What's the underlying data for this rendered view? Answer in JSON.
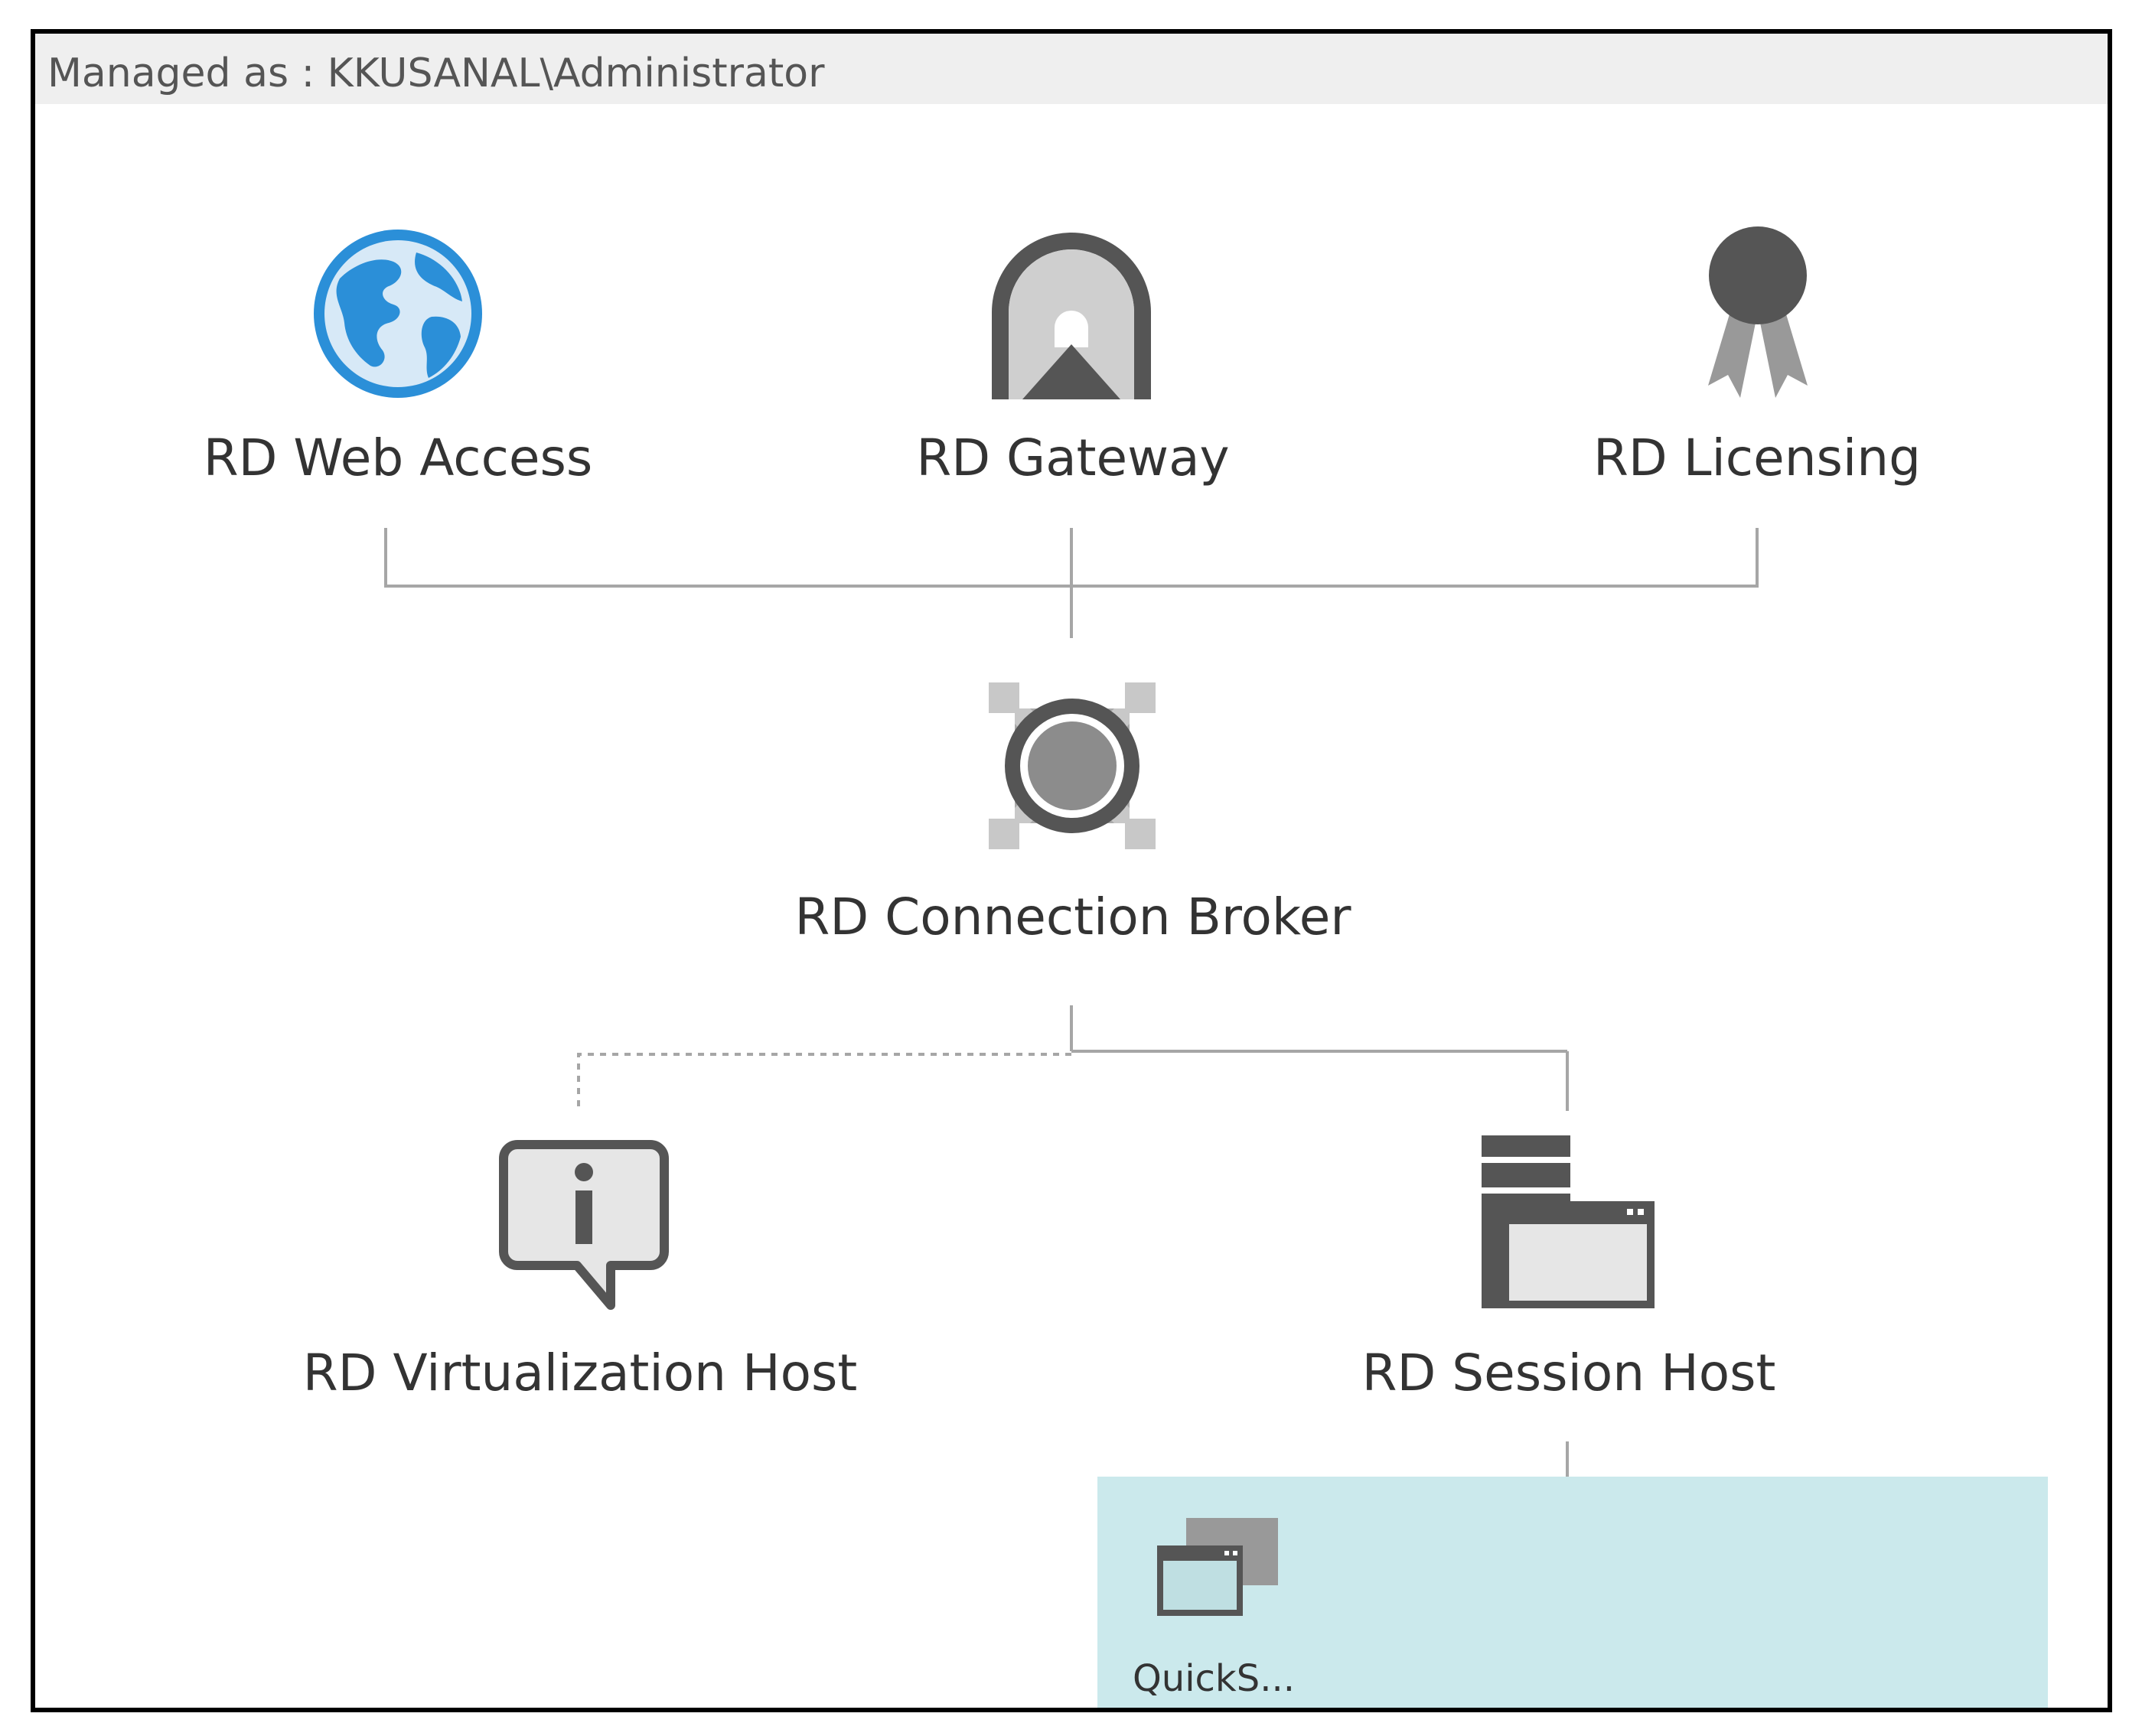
{
  "header": {
    "managed_as": "Managed as : KKUSANAL\\Administrator"
  },
  "roles": {
    "web_access": {
      "label": "RD Web Access",
      "icon": "globe-icon"
    },
    "gateway": {
      "label": "RD Gateway",
      "icon": "gateway-arch-icon"
    },
    "licensing": {
      "label": "RD Licensing",
      "icon": "ribbon-badge-icon"
    },
    "connection_broker": {
      "label": "RD Connection Broker",
      "icon": "broker-hub-icon"
    },
    "virtualization_host": {
      "label": "RD Virtualization Host",
      "icon": "info-bubble-icon"
    },
    "session_host": {
      "label": "RD Session Host",
      "icon": "server-window-icon"
    }
  },
  "collection": {
    "label": "QuickS...",
    "icon": "collection-windows-icon"
  },
  "colors": {
    "globe_blue": "#2b8fd8",
    "icon_dark": "#555555",
    "icon_mid": "#999999",
    "line_gray": "#a6a6a6",
    "collection_bg": "#cbe9ec"
  }
}
